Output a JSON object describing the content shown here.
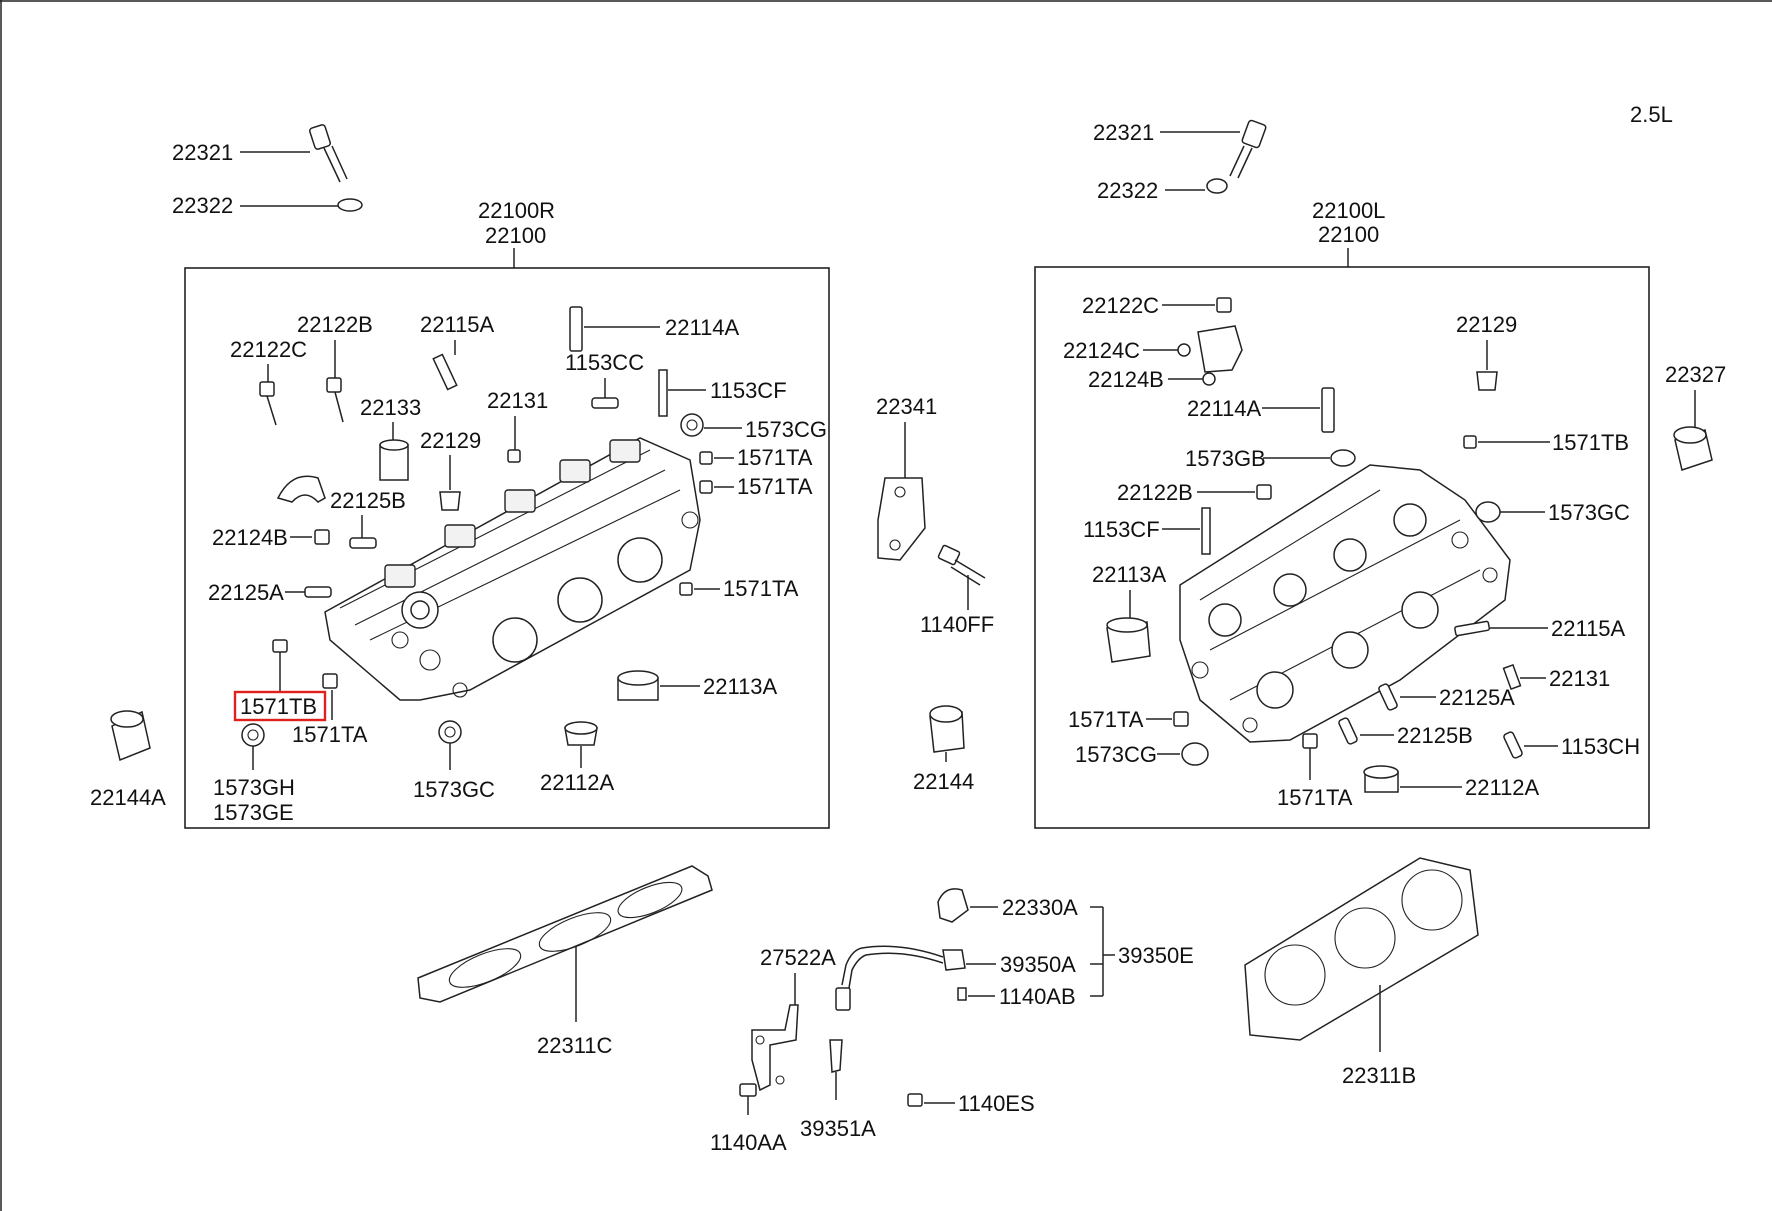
{
  "engine_label": "2.5L",
  "highlighted_part": "1571TB",
  "right_bank": {
    "title_1": "22100R",
    "title_2": "22100",
    "bolt": "22321",
    "washer": "22322",
    "parts": {
      "p22122C": "22122C",
      "p22122B": "22122B",
      "p22115A": "22115A",
      "p22114A": "22114A",
      "p1153CC": "1153CC",
      "p1153CF": "1153CF",
      "p22133": "22133",
      "p22131": "22131",
      "p22129": "22129",
      "p1573CG": "1573CG",
      "p1571TA_a": "1571TA",
      "p1571TA_b": "1571TA",
      "p22125B": "22125B",
      "p22124B": "22124B",
      "p22125A": "22125A",
      "p1571TA_c": "1571TA",
      "p1571TB": "1571TB",
      "p1571TA_d": "1571TA",
      "p22113A": "22113A",
      "p1573GH": "1573GH",
      "p1573GE": "1573GE",
      "p1573GC": "1573GC",
      "p22112A": "22112A"
    }
  },
  "left_bank": {
    "title_1": "22100L",
    "title_2": "22100",
    "bolt": "22321",
    "washer": "22322",
    "parts": {
      "p22122C": "22122C",
      "p22124C": "22124C",
      "p22124B": "22124B",
      "p22114A": "22114A",
      "p22129": "22129",
      "p1571TB": "1571TB",
      "p1573GB": "1573GB",
      "p22122B": "22122B",
      "p1153CF": "1153CF",
      "p1573GC": "1573GC",
      "p22113A": "22113A",
      "p22115A": "22115A",
      "p22131": "22131",
      "p22125A": "22125A",
      "p1571TA_a": "1571TA",
      "p22125B": "22125B",
      "p1153CH": "1153CH",
      "p1573CG": "1573CG",
      "p1571TA_b": "1571TA",
      "p22112A": "22112A"
    }
  },
  "loose_parts": {
    "p22144A": "22144A",
    "p22341": "22341",
    "p1140FF": "1140FF",
    "p22144": "22144",
    "p22327": "22327"
  },
  "bottom": {
    "gasket_right": "22311C",
    "gasket_left": "22311B",
    "p22330A": "22330A",
    "p39350A": "39350A",
    "p39350E": "39350E",
    "p1140AB": "1140AB",
    "p27522A": "27522A",
    "p1140AA": "1140AA",
    "p39351A": "39351A",
    "p1140ES": "1140ES"
  }
}
